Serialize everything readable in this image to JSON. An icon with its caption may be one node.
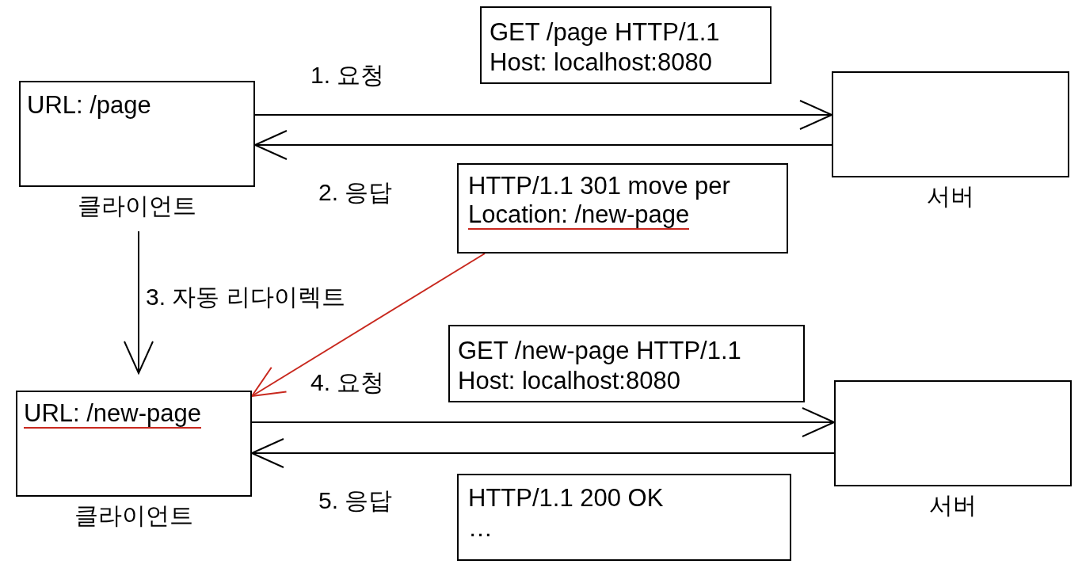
{
  "diagram": {
    "nodes": [
      {
        "text": [
          "URL: /page"
        ],
        "beside": [
          "클라이언트"
        ]
      },
      {
        "text": [],
        "shape": "box",
        "beside": [
          "서버"
        ]
      },
      {
        "text": [
          "GET /page HTTP/1.1",
          "Host: localhost:8080"
        ]
      },
      {
        "text": [
          "HTTP/1.1 301 move per",
          "Location: /new-page"
        ]
      },
      {
        "text": [
          "URL: /new-page"
        ],
        "beside": [
          "클라이언트"
        ]
      },
      {
        "text": [],
        "shape": "box",
        "beside": [
          "서버"
        ]
      },
      {
        "text": [
          "GET /new-page HTTP/1.1",
          "Host: localhost:8080"
        ]
      },
      {
        "text": [
          "HTTP/1.1 200 OK",
          "…"
        ]
      }
    ],
    "edges": [
      {
        "from": 0,
        "to": 1,
        "arrow": "to",
        "label": "1. 요청"
      },
      {
        "from": 1,
        "to": 0,
        "arrow": "to",
        "label": "2. 응답"
      },
      {
        "from": 0,
        "to": 4,
        "arrow": "to",
        "label": "3. 자동 리다이렉트"
      },
      {
        "from": 3,
        "to": 4,
        "arrow": "to",
        "color": "#c8281e"
      },
      {
        "from": 4,
        "to": 5,
        "arrow": "to",
        "label": "4. 요청"
      },
      {
        "from": 5,
        "to": 4,
        "arrow": "to",
        "label": "5. 응답"
      }
    ]
  }
}
